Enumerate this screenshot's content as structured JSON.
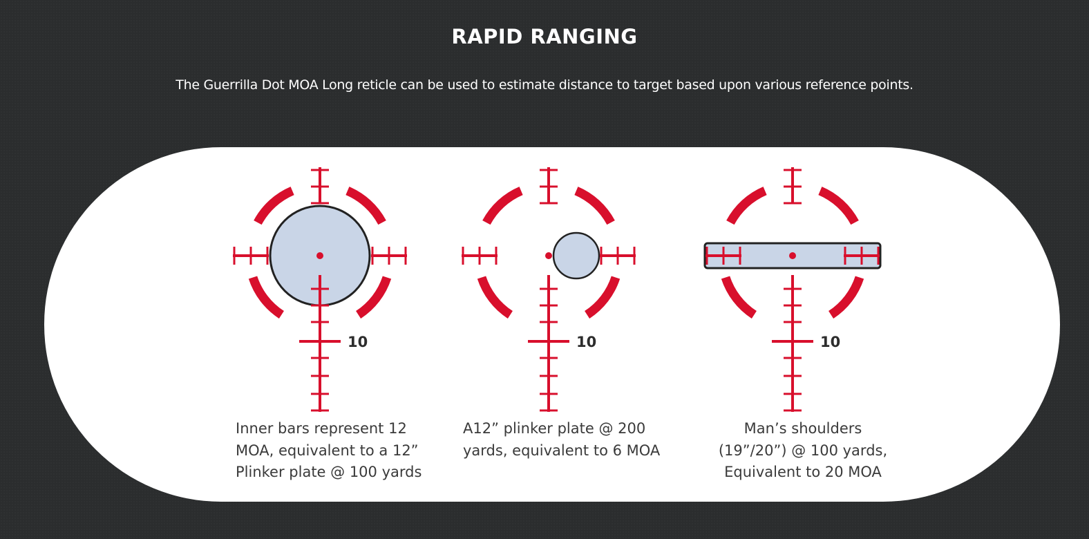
{
  "header": {
    "title": "RAPID RANGING",
    "subtitle": "The Guerrilla Dot MOA Long reticle can be used to estimate distance to target based upon various reference points."
  },
  "colors": {
    "background": "#2b2d2e",
    "panel": "#ffffff",
    "reticle": "#d80f2c",
    "target_fill": "#c9d5e7",
    "target_stroke": "#222222",
    "text": "#3a3a3a"
  },
  "reticles": [
    {
      "stadia_label": "10",
      "target": "circle",
      "caption_lines": [
        "Inner bars represent 12",
        "MOA, equivalent to a 12”",
        "Plinker plate @ 100 yards"
      ]
    },
    {
      "stadia_label": "10",
      "target": "small-circle",
      "caption_lines": [
        "A12” plinker plate @ 200",
        "yards, equivalent to 6 MOA"
      ]
    },
    {
      "stadia_label": "10",
      "target": "bar",
      "caption_lines": [
        "Man’s shoulders",
        "(19”/20”) @ 100 yards,",
        "Equivalent to 20 MOA"
      ]
    }
  ]
}
